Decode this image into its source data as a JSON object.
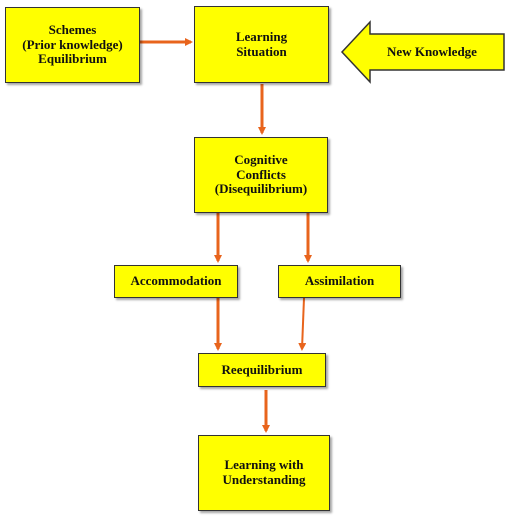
{
  "colors": {
    "box_fill": "#ffff00",
    "box_border": "#333333",
    "arrow": "#e8641c"
  },
  "diagram": {
    "schemes": "Schemes\n(Prior knowledge)\nEquilibrium",
    "learning_situation": "Learning\nSituation",
    "new_knowledge": "New Knowledge",
    "cognitive_conflicts": "Cognitive\nConflicts\n(Disequilibrium)",
    "accommodation": "Accommodation",
    "assimilation": "Assimilation",
    "reequilibrium": "Reequilibrium",
    "learning_understanding": "Learning with\nUnderstanding"
  }
}
